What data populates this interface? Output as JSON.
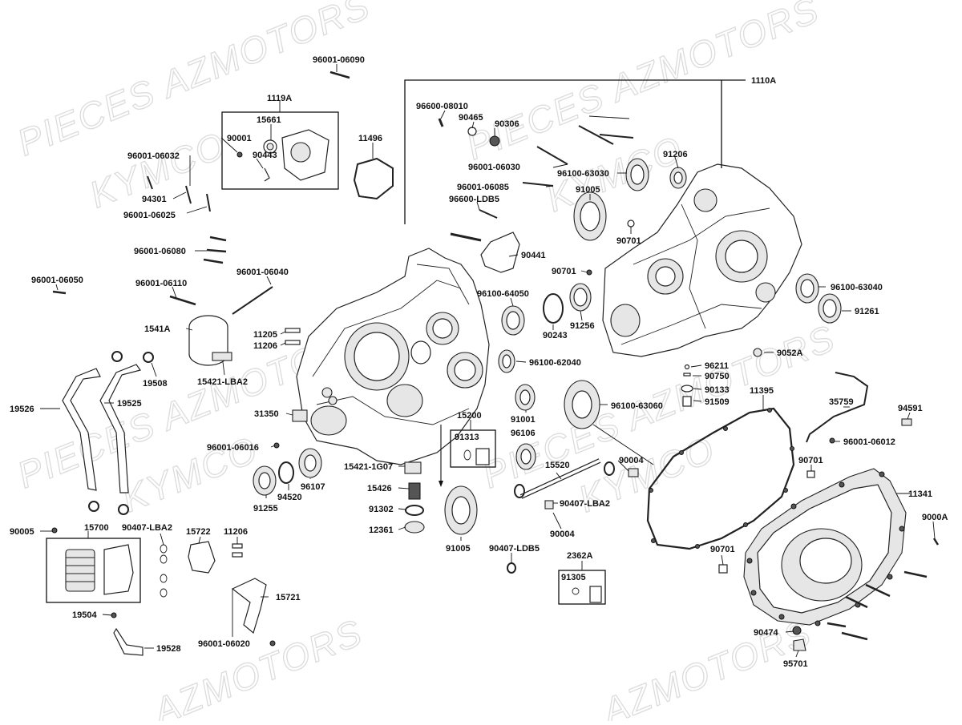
{
  "watermarks": [
    "PIECES AZMOTORS",
    "KYMCO",
    "PIECES AZMOTORS",
    "KYMCO",
    "PIECES AZMOTORS",
    "KYMCO",
    "PIECES AZMOTORS",
    "KYMCO",
    "AZMOTORS",
    "AZMOTORS"
  ],
  "labels": {
    "l_96001_06090": "96001-06090",
    "l_1110A": "1110A",
    "l_1119A": "1119A",
    "l_15661": "15661",
    "l_90001": "90001",
    "l_90443": "90443",
    "l_11496": "11496",
    "l_96600_08010": "96600-08010",
    "l_90465": "90465",
    "l_90306": "90306",
    "l_96001_06032": "96001-06032",
    "l_94301": "94301",
    "l_96001_06025": "96001-06025",
    "l_96001_06030": "96001-06030",
    "l_96100_63030": "96100-63030",
    "l_91206": "91206",
    "l_96001_06085": "96001-06085",
    "l_91005_top": "91005",
    "l_96600_LDB5": "96600-LDB5",
    "l_90701_a": "90701",
    "l_96001_06080": "96001-06080",
    "l_90441": "90441",
    "l_96001_06040": "96001-06040",
    "l_96001_06050": "96001-06050",
    "l_96001_06110": "96001-06110",
    "l_90701_b": "90701",
    "l_96100_64050": "96100-64050",
    "l_96100_63040": "96100-63040",
    "l_91261": "91261",
    "l_90243": "90243",
    "l_91256": "91256",
    "l_1541A": "1541A",
    "l_11205": "11205",
    "l_11206_a": "11206",
    "l_96100_62040": "96100-62040",
    "l_9052A": "9052A",
    "l_96211": "96211",
    "l_90750": "90750",
    "l_90133": "90133",
    "l_91509": "91509",
    "l_19508": "19508",
    "l_15421_LBA2": "15421-LBA2",
    "l_19526": "19526",
    "l_19525": "19525",
    "l_11395": "11395",
    "l_35759": "35759",
    "l_91001": "91001",
    "l_96100_63060": "96100-63060",
    "l_31350": "31350",
    "l_15200": "15200",
    "l_94591": "94591",
    "l_91313": "91313",
    "l_96106": "96106",
    "l_96001_06012": "96001-06012",
    "l_96001_06016": "96001-06016",
    "l_15520": "15520",
    "l_90004_a": "90004",
    "l_90701_c": "90701",
    "l_15421_1G07": "15421-1G07",
    "l_96107": "96107",
    "l_94520": "94520",
    "l_15426": "15426",
    "l_11341": "11341",
    "l_91255": "91255",
    "l_91302": "91302",
    "l_90407_LBA2_a": "90407-LBA2",
    "l_9000A": "9000A",
    "l_90005": "90005",
    "l_15700": "15700",
    "l_90407_LBA2_b": "90407-LBA2",
    "l_15722": "15722",
    "l_11206_b": "11206",
    "l_12361": "12361",
    "l_90004_b": "90004",
    "l_91005_bot": "91005",
    "l_90407_LDB5": "90407-LDB5",
    "l_90701_d": "90701",
    "l_2362A": "2362A",
    "l_91305": "91305",
    "l_15721": "15721",
    "l_19504": "19504",
    "l_90474": "90474",
    "l_19528": "19528",
    "l_96001_06020": "96001-06020",
    "l_95701": "95701"
  }
}
